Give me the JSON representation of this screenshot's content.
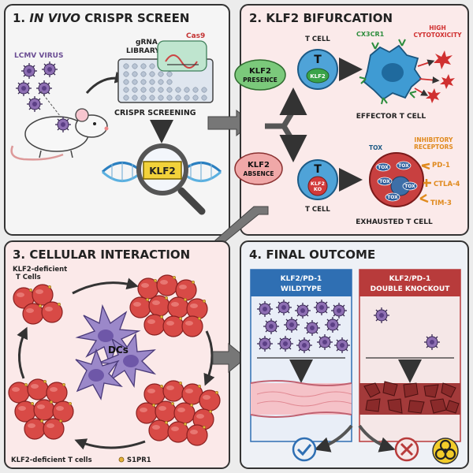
{
  "panel1": {
    "number": "1.",
    "title_em": "IN VIVO",
    "title_rest": "CRISPR SCREEN",
    "virus_label": "LCMV VIRUS",
    "grna_line1": "gRNA",
    "grna_line2": "LIBRARY",
    "cas9_label": "Cas9",
    "screening_label": "CRISPR SCREENING",
    "gene_label": "KLF2"
  },
  "panel2": {
    "title": "2. KLF2 BIFURCATION",
    "presence_line1": "KLF2",
    "presence_line2": "PRESENCE",
    "absence_line1": "KLF2",
    "absence_line2": "ABSENCE",
    "tcell_top": "T CELL",
    "tcell_bottom": "T CELL",
    "t_letter": "T",
    "klf2_nucleus": "KLF2",
    "ko_line1": "KLF2",
    "ko_line2": "KO",
    "cx3cr1": "CX3CR1",
    "cyto_line1": "HIGH",
    "cyto_line2": "CYTOTOXICITY",
    "effector_label": "EFFECTOR T CELL",
    "tox_label": "TOX",
    "tox_inner": "TOX",
    "inhib_line1": "INHIBITORY",
    "inhib_line2": "RECEPTORS",
    "receptors": [
      "PD-1",
      "CTLA-4",
      "TIM-3"
    ],
    "exhausted_label": "EXHAUSTED T CELL"
  },
  "panel3": {
    "title": "3. CELLULAR INTERACTION",
    "top_label_line1": "KLF2-deficient",
    "top_label_line2": "T Cells",
    "dcs_label": "DCs",
    "bottom_label": "KLF2-deficient T cells",
    "legend_label": "S1PR1"
  },
  "panel4": {
    "title": "4. FINAL OUTCOME",
    "wt_line1": "KLF2/PD-1",
    "wt_line2": "WILDTYPE",
    "ko_line1": "KLF2/PD-1",
    "ko_line2": "DOUBLE KNOCKOUT"
  },
  "colors": {
    "panel_bg_1": "#f5f5f5",
    "panel_bg_2": "#fbeaea",
    "panel_bg_3": "#fbe9e9",
    "panel_bg_4": "#eef1f6",
    "virus": "#8e6fb3",
    "tcell_red": "#d84a46",
    "dc_purple": "#9b88c9",
    "effector_blue": "#3f9bd3",
    "green_badge": "#7bc97b",
    "pink_badge": "#f0a8a8",
    "wt_header": "#2f6fb3",
    "ko_header": "#b83b3b",
    "inhibitory_orange": "#e08a1e",
    "cytotoxic_red": "#d03030"
  }
}
